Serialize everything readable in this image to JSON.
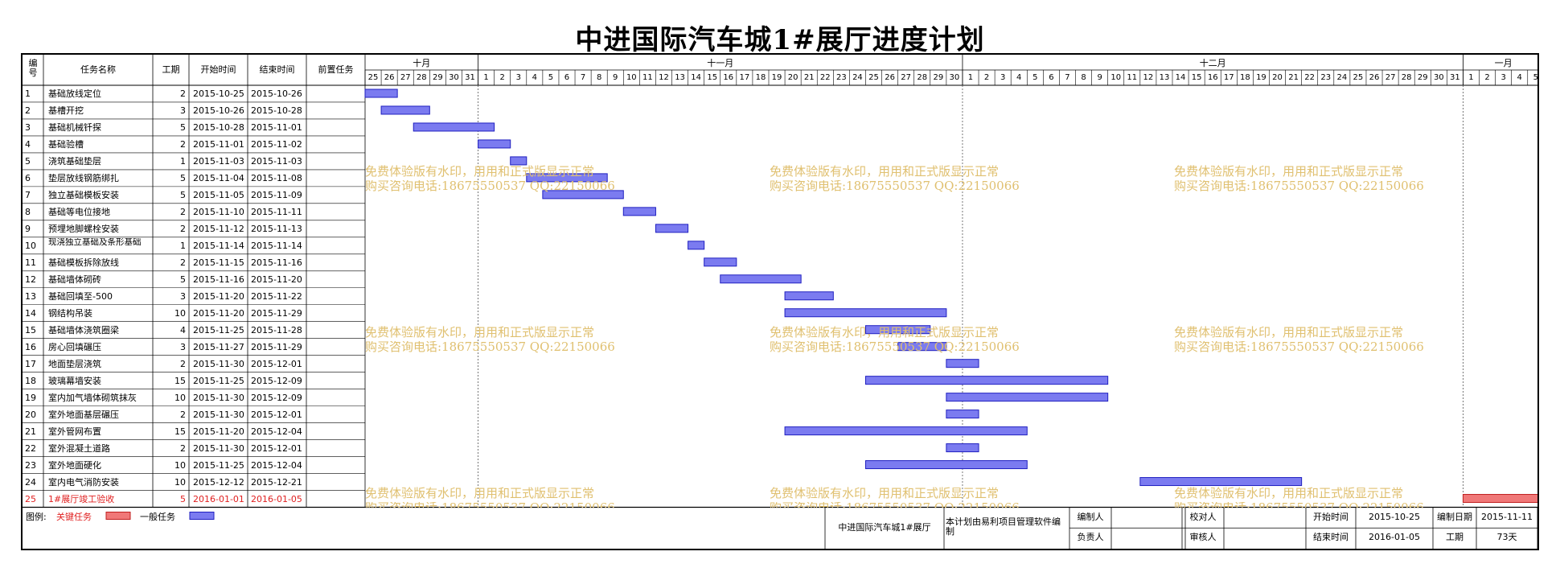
{
  "title": "中进国际汽车城1#展厅进度计划",
  "colors": {
    "bar_normal": "#7b7bf0",
    "bar_normal_border": "#2020c0",
    "bar_critical": "#f07878",
    "bar_critical_border": "#c02020",
    "critical_text": "#e02020",
    "watermark": "#e0c070"
  },
  "table_headers": {
    "id": "编号",
    "name": "任务名称",
    "duration": "工期",
    "start": "开始时间",
    "end": "结束时间",
    "predecessor": "前置任务"
  },
  "months": [
    {
      "label": "十月",
      "first_day": 25,
      "last_day": 31
    },
    {
      "label": "十一月",
      "first_day": 1,
      "last_day": 30
    },
    {
      "label": "十二月",
      "first_day": 1,
      "last_day": 31
    },
    {
      "label": "一月",
      "first_day": 1,
      "last_day": 5
    }
  ],
  "tasks": [
    {
      "id": "1",
      "name": "基础放线定位",
      "duration": "2",
      "start": "2015-10-25",
      "end": "2015-10-26",
      "s": 0,
      "d": 2,
      "critical": false
    },
    {
      "id": "2",
      "name": "基槽开挖",
      "duration": "3",
      "start": "2015-10-26",
      "end": "2015-10-28",
      "s": 1,
      "d": 3,
      "critical": false
    },
    {
      "id": "3",
      "name": "基础机械钎探",
      "duration": "5",
      "start": "2015-10-28",
      "end": "2015-11-01",
      "s": 3,
      "d": 5,
      "critical": false
    },
    {
      "id": "4",
      "name": "基础验槽",
      "duration": "2",
      "start": "2015-11-01",
      "end": "2015-11-02",
      "s": 7,
      "d": 2,
      "critical": false
    },
    {
      "id": "5",
      "name": "浇筑基础垫层",
      "duration": "1",
      "start": "2015-11-03",
      "end": "2015-11-03",
      "s": 9,
      "d": 1,
      "critical": false
    },
    {
      "id": "6",
      "name": "垫层放线钢筋绑扎",
      "duration": "5",
      "start": "2015-11-04",
      "end": "2015-11-08",
      "s": 10,
      "d": 5,
      "critical": false
    },
    {
      "id": "7",
      "name": "独立基础模板安装",
      "duration": "5",
      "start": "2015-11-05",
      "end": "2015-11-09",
      "s": 11,
      "d": 5,
      "critical": false
    },
    {
      "id": "8",
      "name": "基础等电位接地",
      "duration": "2",
      "start": "2015-11-10",
      "end": "2015-11-11",
      "s": 16,
      "d": 2,
      "critical": false
    },
    {
      "id": "9",
      "name": "预埋地脚螺栓安装",
      "duration": "2",
      "start": "2015-11-12",
      "end": "2015-11-13",
      "s": 18,
      "d": 2,
      "critical": false
    },
    {
      "id": "10",
      "name": "现浇独立基础及条形基础",
      "duration": "1",
      "start": "2015-11-14",
      "end": "2015-11-14",
      "s": 20,
      "d": 1,
      "critical": false
    },
    {
      "id": "11",
      "name": "基础模板拆除放线",
      "duration": "2",
      "start": "2015-11-15",
      "end": "2015-11-16",
      "s": 21,
      "d": 2,
      "critical": false
    },
    {
      "id": "12",
      "name": "基础墙体砌砖",
      "duration": "5",
      "start": "2015-11-16",
      "end": "2015-11-20",
      "s": 22,
      "d": 5,
      "critical": false
    },
    {
      "id": "13",
      "name": "基础回填至-500",
      "duration": "3",
      "start": "2015-11-20",
      "end": "2015-11-22",
      "s": 26,
      "d": 3,
      "critical": false
    },
    {
      "id": "14",
      "name": "钢结构吊装",
      "duration": "10",
      "start": "2015-11-20",
      "end": "2015-11-29",
      "s": 26,
      "d": 10,
      "critical": false
    },
    {
      "id": "15",
      "name": "基础墙体浇筑圈梁",
      "duration": "4",
      "start": "2015-11-25",
      "end": "2015-11-28",
      "s": 31,
      "d": 4,
      "critical": false
    },
    {
      "id": "16",
      "name": "房心回填碾压",
      "duration": "3",
      "start": "2015-11-27",
      "end": "2015-11-29",
      "s": 33,
      "d": 3,
      "critical": false
    },
    {
      "id": "17",
      "name": "地面垫层浇筑",
      "duration": "2",
      "start": "2015-11-30",
      "end": "2015-12-01",
      "s": 36,
      "d": 2,
      "critical": false
    },
    {
      "id": "18",
      "name": "玻璃幕墙安装",
      "duration": "15",
      "start": "2015-11-25",
      "end": "2015-12-09",
      "s": 31,
      "d": 15,
      "critical": false
    },
    {
      "id": "19",
      "name": "室内加气墙体砌筑抹灰",
      "duration": "10",
      "start": "2015-11-30",
      "end": "2015-12-09",
      "s": 36,
      "d": 10,
      "critical": false
    },
    {
      "id": "20",
      "name": "室外地面基层碾压",
      "duration": "2",
      "start": "2015-11-30",
      "end": "2015-12-01",
      "s": 36,
      "d": 2,
      "critical": false
    },
    {
      "id": "21",
      "name": "室外管网布置",
      "duration": "15",
      "start": "2015-11-20",
      "end": "2015-12-04",
      "s": 26,
      "d": 15,
      "critical": false
    },
    {
      "id": "22",
      "name": "室外混凝土道路",
      "duration": "2",
      "start": "2015-11-30",
      "end": "2015-12-01",
      "s": 36,
      "d": 2,
      "critical": false
    },
    {
      "id": "23",
      "name": "室外地面硬化",
      "duration": "10",
      "start": "2015-11-25",
      "end": "2015-12-04",
      "s": 31,
      "d": 10,
      "critical": false
    },
    {
      "id": "24",
      "name": "室内电气消防安装",
      "duration": "10",
      "start": "2015-12-12",
      "end": "2015-12-21",
      "s": 48,
      "d": 10,
      "critical": false
    },
    {
      "id": "25",
      "name": "1#展厅竣工验收",
      "duration": "5",
      "start": "2016-01-01",
      "end": "2016-01-05",
      "s": 68,
      "d": 5,
      "critical": true
    }
  ],
  "watermark": {
    "line1": "免费体验版有水印，用用和正式版显示正常",
    "line2": "购买咨询电话:18675550537 QQ:22150066"
  },
  "legend": {
    "label": "图例:",
    "critical": "关键任务",
    "normal": "一般任务"
  },
  "footer": {
    "project": "中进国际汽车城1#展厅",
    "software": "本计划由易利项目管理软件编制",
    "compiler_label": "编制人",
    "compiler": "",
    "checker_label": "校对人",
    "checker": "",
    "start_label": "开始时间",
    "start": "2015-10-25",
    "date_label": "编制日期",
    "date": "2015-11-11",
    "owner_label": "负责人",
    "owner": "",
    "auditor_label": "审核人",
    "auditor": "",
    "end_label": "结束时间",
    "end": "2016-01-05",
    "duration_label": "工期",
    "duration": "73天"
  }
}
